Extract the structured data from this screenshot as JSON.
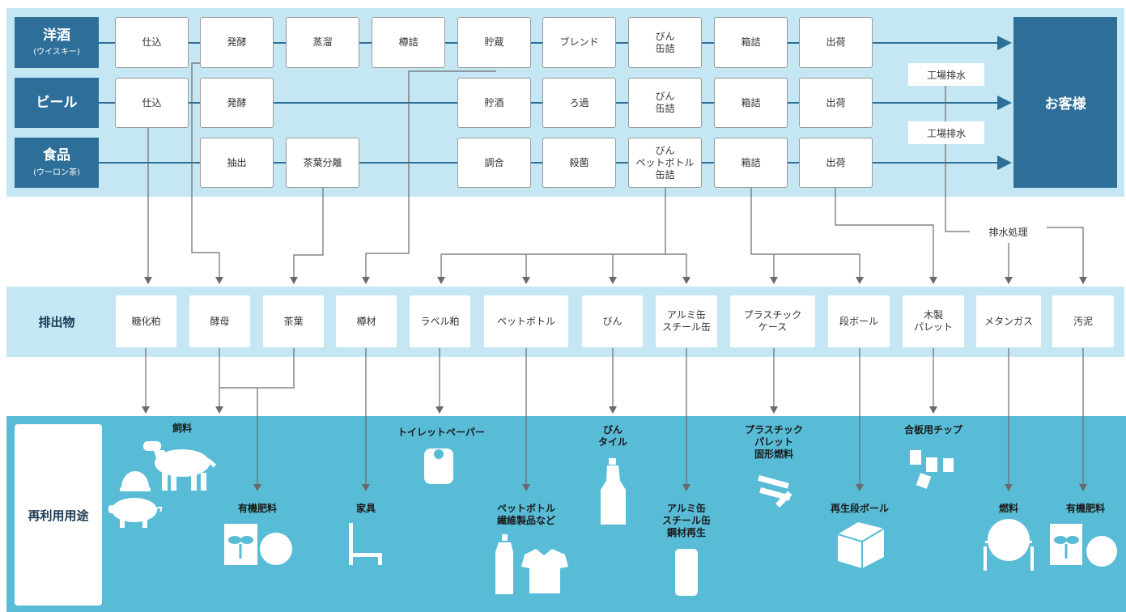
{
  "colors": {
    "top_panel": "#c5e7f3",
    "waste_panel": "#c5e7f3",
    "reuse_panel": "#59bcd7",
    "dark_blue": "#2e6f99",
    "line": "#6a6a6a",
    "text": "#333333"
  },
  "sources": [
    {
      "title": "洋酒",
      "subtitle": "(ウイスキー)"
    },
    {
      "title": "ビール",
      "subtitle": ""
    },
    {
      "title": "食品",
      "subtitle": "(ウーロン茶)"
    }
  ],
  "process": {
    "whisky": [
      "仕込",
      "発酵",
      "蒸溜",
      "樽詰",
      "貯蔵",
      "ブレンド",
      "びん\n缶詰",
      "箱詰",
      "出荷"
    ],
    "beer": [
      "仕込",
      "発酵",
      "貯酒",
      "ろ過",
      "びん\n缶詰",
      "箱詰",
      "出荷"
    ],
    "food": [
      "抽出",
      "茶葉分離",
      "調合",
      "殺菌",
      "びん\nペットボトル\n缶詰",
      "箱詰",
      "出荷"
    ]
  },
  "factory_drain": "工場排水",
  "drain_treatment": "排水処理",
  "customer": "お客様",
  "waste_header": "排出物",
  "waste": [
    "糖化粕",
    "酵母",
    "茶葉",
    "樽材",
    "ラベル粕",
    "ペットボトル",
    "びん",
    "アルミ缶\nスチール缶",
    "プラスチック\nケース",
    "段ボール",
    "木製\nパレット",
    "メタンガス",
    "汚泥"
  ],
  "reuse_header": "再利用用途",
  "reuse": {
    "feed": "飼料",
    "organic_fertilizer": "有機肥料",
    "furniture": "家具",
    "toilet_paper": "トイレットペーパー",
    "pet_fiber": "ペットボトル\n繊維製品など",
    "bottle_tile": "びん\nタイル",
    "can_steel": "アルミ缶\nスチール缶\n鋼材再生",
    "plastic_pallet": "プラスチック\nパレット\n固形燃料",
    "recycled_cardboard": "再生段ボール",
    "plywood_chip": "合板用チップ",
    "fuel": "燃料",
    "organic_fertilizer_2": "有機肥料"
  }
}
